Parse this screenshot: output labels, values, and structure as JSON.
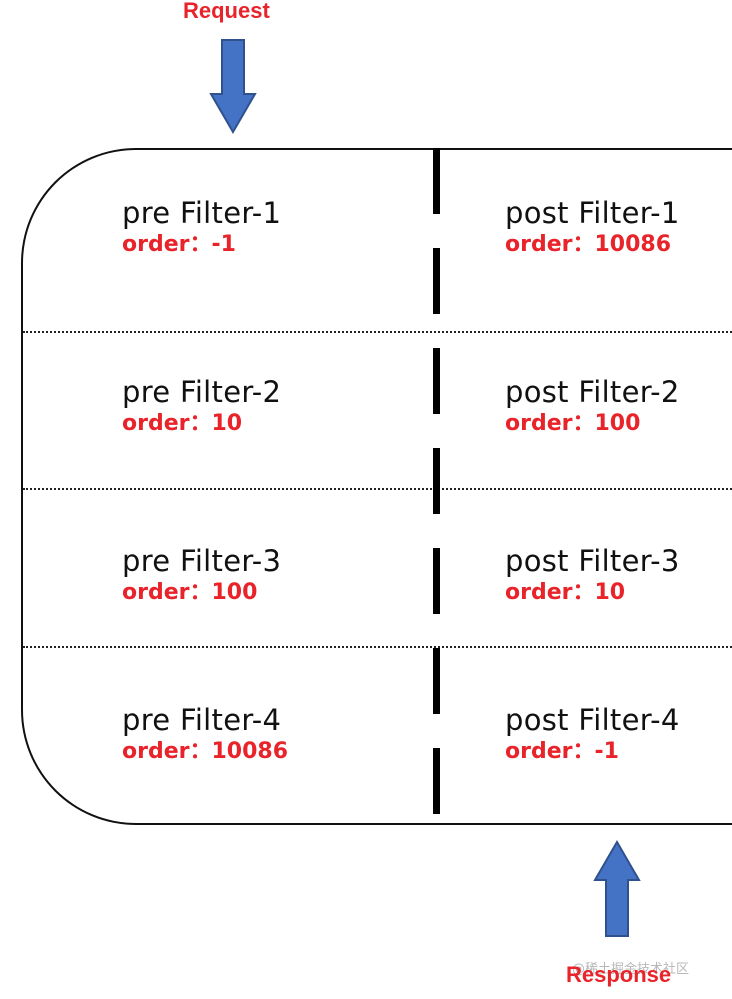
{
  "request_label": "Request",
  "response_label": "Response",
  "watermark": "@稀土掘金技术社区",
  "colors": {
    "label_red": "#e8232a",
    "arrow_fill": "#4472c4",
    "arrow_stroke": "#2f528f",
    "border": "#111111"
  },
  "pre_filters": [
    {
      "name": "pre Filter-1",
      "order": "order：-1"
    },
    {
      "name": "pre Filter-2",
      "order": "order：10"
    },
    {
      "name": "pre Filter-3",
      "order": "order：100"
    },
    {
      "name": "pre Filter-4",
      "order": "order：10086"
    }
  ],
  "post_filters": [
    {
      "name": "post Filter-1",
      "order": "order：10086"
    },
    {
      "name": "post Filter-2",
      "order": "order：100"
    },
    {
      "name": "post Filter-3",
      "order": "order：10"
    },
    {
      "name": "post Filter-4",
      "order": "order：-1"
    }
  ]
}
